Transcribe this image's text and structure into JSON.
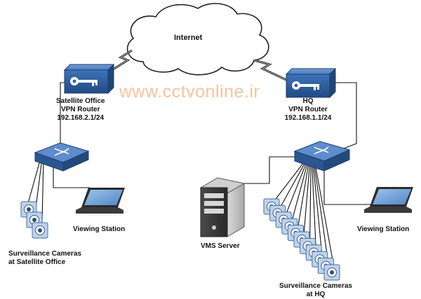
{
  "cloud": {
    "label": "Internet"
  },
  "watermark": {
    "text": "www.cctvonline.ir"
  },
  "satellite_router": {
    "name": "Satellite Office",
    "role": "VPN Router",
    "ip": "192.168.2.1/24"
  },
  "hq_router": {
    "name": "HQ",
    "role": "VPN Router",
    "ip": "192.168.1.1/24"
  },
  "satellite_viewing": {
    "label": "Viewing Station"
  },
  "hq_viewing": {
    "label": "Viewing Station"
  },
  "vms": {
    "label": "VMS Server"
  },
  "satellite_cameras": {
    "line1": "Surveillance Cameras",
    "line2": "at Satellite Office",
    "count": 3
  },
  "hq_cameras": {
    "line1": "Surveillance Cameras",
    "line2": "at HQ",
    "count": 11
  },
  "colors": {
    "router_blue": "#2f5f9e",
    "switch_blue": "#3b6fb0",
    "camera_blue": "#bcd3ef",
    "wan_link": "#7a7a7a"
  }
}
